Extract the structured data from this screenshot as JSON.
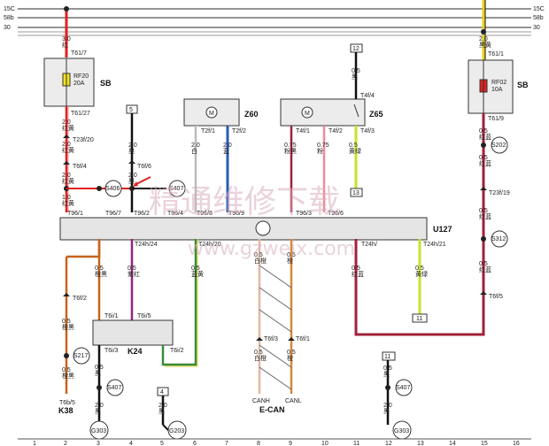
{
  "bus_lines": [
    "15C",
    "58b",
    "30"
  ],
  "bus_lines_right": [
    "15C",
    "58b",
    "30"
  ],
  "columns": [
    "1",
    "2",
    "3",
    "4",
    "5",
    "6",
    "7",
    "8",
    "9",
    "10",
    "11",
    "12",
    "13",
    "14",
    "15",
    "16"
  ],
  "fuse_left": {
    "code": "RF20",
    "rating": "20A",
    "box": "SB",
    "top_wire": "3.0\n红",
    "top_pin": "T61/7",
    "bot_pin": "T61/27"
  },
  "fuse_right": {
    "code": "RF02",
    "rating": "10A",
    "box": "SB",
    "top_wire": "2.0\n黑黄",
    "top_pin": "T61/1",
    "bot_pin": "T61/9"
  },
  "motors": [
    {
      "name": "Z60"
    },
    {
      "name": "Z65"
    }
  ],
  "module": {
    "name": "U127"
  },
  "k24": {
    "name": "K24"
  },
  "bottom_labels": {
    "k38": "K38",
    "ecan": "E-CAN",
    "canh": "CANH",
    "canl": "CANL",
    "t6b5": "T6b/5"
  },
  "splices": [
    "S406",
    "S407",
    "S202",
    "S312",
    "S217",
    "S407",
    "S407"
  ],
  "grounds": [
    "G303",
    "G203",
    "G303"
  ],
  "refs": [
    "5",
    "12",
    "13",
    "11",
    "4",
    "11"
  ],
  "texts": {
    "t23f20": "T23f/20",
    "t6f4": "T6f/4",
    "t6f6": "T6f/6",
    "t23f19": "T23f/19",
    "t6f5r": "T6f/5",
    "t96_1": "T96/1",
    "t96_7": "T96/7",
    "t96_2": "T96/2",
    "t96_4": "T96/4",
    "t96_8": "T96/8",
    "t96_9": "T96/9",
    "t96_3": "T96/3",
    "t96_6": "T96/6",
    "t2f1": "T2f/1",
    "t2f2": "T2f/2",
    "t4f1": "T4f/1",
    "t4f2": "T4f/2",
    "t4f3": "T4f/3",
    "t4f4": "T4f/4",
    "t24h24": "T24h/24",
    "t24h20": "T24h/20",
    "t24h21": "T24h/21",
    "t24h": "T24h/",
    "t6f2": "T6f/2",
    "t6i1": "T6i/1",
    "t6i5": "T6i/5",
    "t6i3": "T6i/3",
    "t6i2": "T6i/2",
    "t6f3": "T6f/3",
    "t6f1": "T6f/1"
  },
  "watermark": {
    "cn": "精通维修下载",
    "url": "www.gzweix.com"
  }
}
